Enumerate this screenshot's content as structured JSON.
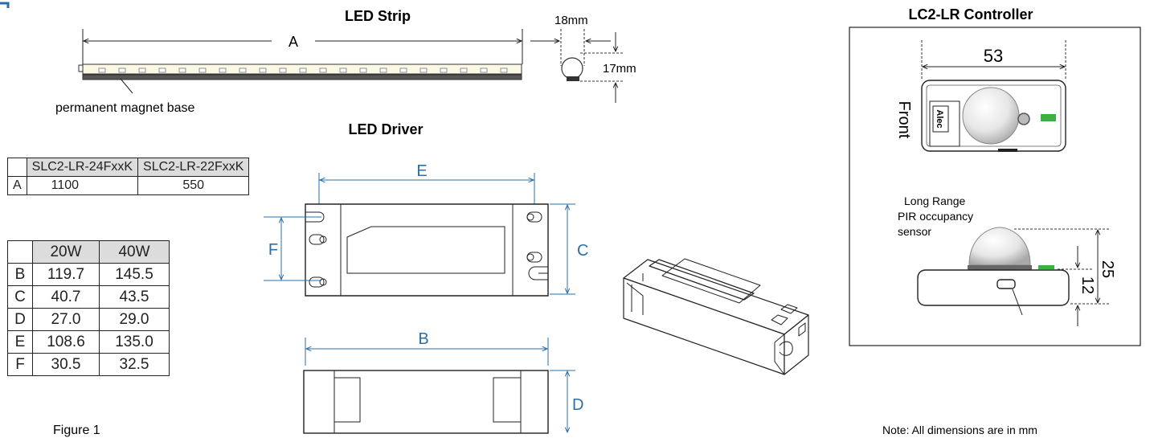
{
  "strip": {
    "title": "LED Strip",
    "dim_a": "A",
    "width_label": "18mm",
    "height_label": "17mm",
    "base_label": "permanent magnet base"
  },
  "driver": {
    "title": "LED Driver",
    "dim_e": "E",
    "dim_f": "F",
    "dim_c": "C",
    "dim_b": "B",
    "dim_d": "D"
  },
  "controller": {
    "title": "LC2-LR Controller",
    "dim_53": "53",
    "front_label": "Front",
    "brand": "Alec",
    "sensor_label": [
      "Long Range",
      "PIR occupancy",
      "sensor"
    ],
    "dim_25": "25",
    "dim_12": "12"
  },
  "table_a": {
    "headers": [
      "",
      "SLC2-LR-24FxxK",
      "SLC2-LR-22FxxK"
    ],
    "rows": [
      [
        "A",
        "1100",
        "550"
      ]
    ]
  },
  "table_b": {
    "headers": [
      "",
      "20W",
      "40W"
    ],
    "rows": [
      [
        "B",
        "119.7",
        "145.5"
      ],
      [
        "C",
        "40.7",
        "43.5"
      ],
      [
        "D",
        "27.0",
        "29.0"
      ],
      [
        "E",
        "108.6",
        "135.0"
      ],
      [
        "F",
        "30.5",
        "32.5"
      ]
    ]
  },
  "figure_label": "Figure 1",
  "note": "Note: All dimensions are in mm",
  "colors": {
    "dimension_blue": "#2a6fa8",
    "led_green": "#3cb043",
    "strip_fill": "#fbf8e6"
  }
}
